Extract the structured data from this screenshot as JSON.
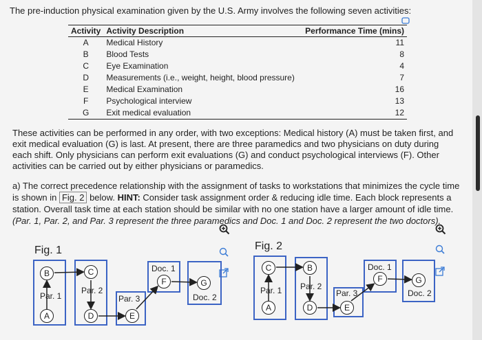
{
  "intro_text": "The pre-induction physical examination given by the U.S. Army involves the following seven activities:",
  "table": {
    "headers": [
      "Activity",
      "Activity Description",
      "Performance Time (mins)"
    ],
    "rows": [
      {
        "activity": "A",
        "description": "Medical History",
        "time": "11"
      },
      {
        "activity": "B",
        "description": "Blood Tests",
        "time": "8"
      },
      {
        "activity": "C",
        "description": "Eye Examination",
        "time": "4"
      },
      {
        "activity": "D",
        "description": "Measurements (i.e., weight, height, blood pressure)",
        "time": "7"
      },
      {
        "activity": "E",
        "description": "Medical Examination",
        "time": "16"
      },
      {
        "activity": "F",
        "description": "Psychological interview",
        "time": "13"
      },
      {
        "activity": "G",
        "description": "Exit medical evaluation",
        "time": "12"
      }
    ]
  },
  "paragraph": "These activities can be performed in any order, with two exceptions: Medical history (A) must be taken first, and exit medical evaluation (G) is last. At present, there are three paramedics and two physicians on duty during each shift. Only physicians can perform exit evaluations (G) and conduct psychological interviews (F). Other activities can be carried out by either physicians or paramedics.",
  "question": {
    "part1": "a) The correct precedence relationship with the assignment of tasks to workstations that minimizes the cycle time is shown in",
    "fig_ref": "Fig. 2",
    "part2": "below.",
    "hint_label": "HINT:",
    "hint_text": "Consider task assignment order & reducing idle time. Each block represents a station. Overall task time at each station should be similar with no one station have a larger amount of idle time.",
    "note": "(Par. 1, Par. 2, and Par. 3 represent the three paramedics and Doc. 1 and Doc. 2 represent the two doctors)."
  },
  "fig1": {
    "label": "Fig. 1",
    "stations": [
      "Par. 1",
      "Par. 2",
      "Par. 3",
      "Doc. 1",
      "Doc. 2"
    ],
    "nodes": [
      "A",
      "B",
      "C",
      "D",
      "E",
      "F",
      "G"
    ]
  },
  "fig2": {
    "label": "Fig. 2",
    "stations": [
      "Par. 1",
      "Par. 2",
      "Par. 3",
      "Doc. 1",
      "Doc. 2"
    ],
    "nodes": [
      "A",
      "B",
      "C",
      "D",
      "E",
      "F",
      "G"
    ]
  },
  "icons": [
    "zoom-in-icon",
    "search-icon",
    "expand-icon"
  ],
  "colors": {
    "station_border": "#3b63c4",
    "accent": "#3a7bd5"
  }
}
